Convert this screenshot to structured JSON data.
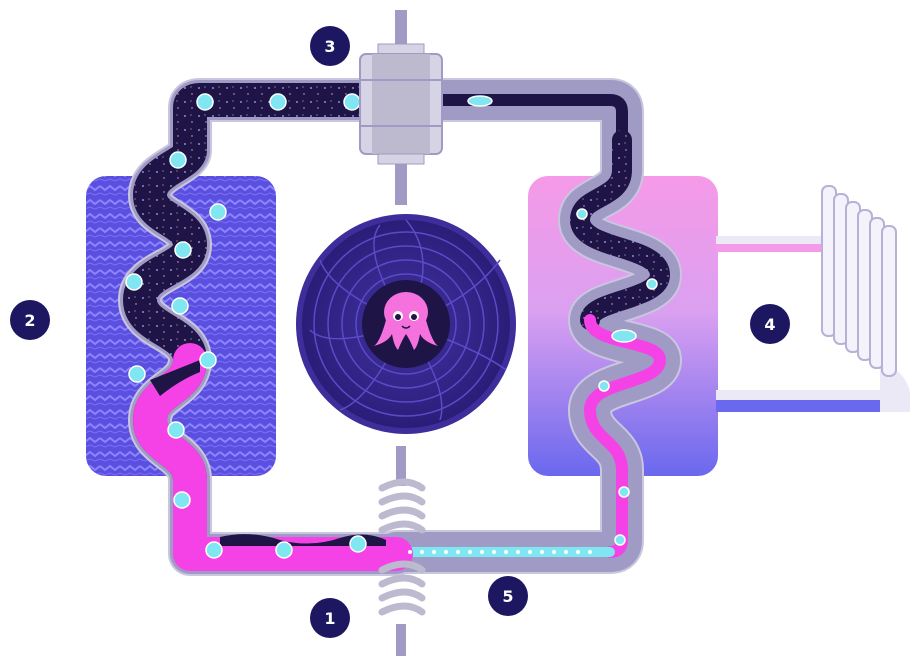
{
  "colors": {
    "navy": "#1d1660",
    "pipe_outline": "#c9c6df",
    "pipe_shadow": "#9f9bc4",
    "vapor_dark": "#1e1446",
    "liquid_pink": "#f542e6",
    "cyan_bubble": "#7fe6f2",
    "evaporator_blue": "#5b4fe0",
    "evaporator_wave": "#8d84ff",
    "condenser_pink_top": "#f59ae8",
    "condenser_blue_bottom": "#6a68ee",
    "fan_dark": "#2a1d78",
    "fan_outer": "#3d2e9b",
    "octopus_pink": "#f572de",
    "radiator_light": "#efeefb",
    "radiator_line": "#b5b2d6",
    "valve_grey": "#c8c6d6"
  },
  "icons": {
    "compressor": "compressor-icon",
    "expansion_valve": "expansion-valve-coil-icon",
    "fan": "fan-icon",
    "mascot": "octopus-mascot-icon",
    "radiator": "radiator-icon"
  },
  "steps": [
    {
      "id": "1",
      "label": "1"
    },
    {
      "id": "2",
      "label": "2"
    },
    {
      "id": "3",
      "label": "3"
    },
    {
      "id": "4",
      "label": "4"
    },
    {
      "id": "5",
      "label": "5"
    }
  ]
}
